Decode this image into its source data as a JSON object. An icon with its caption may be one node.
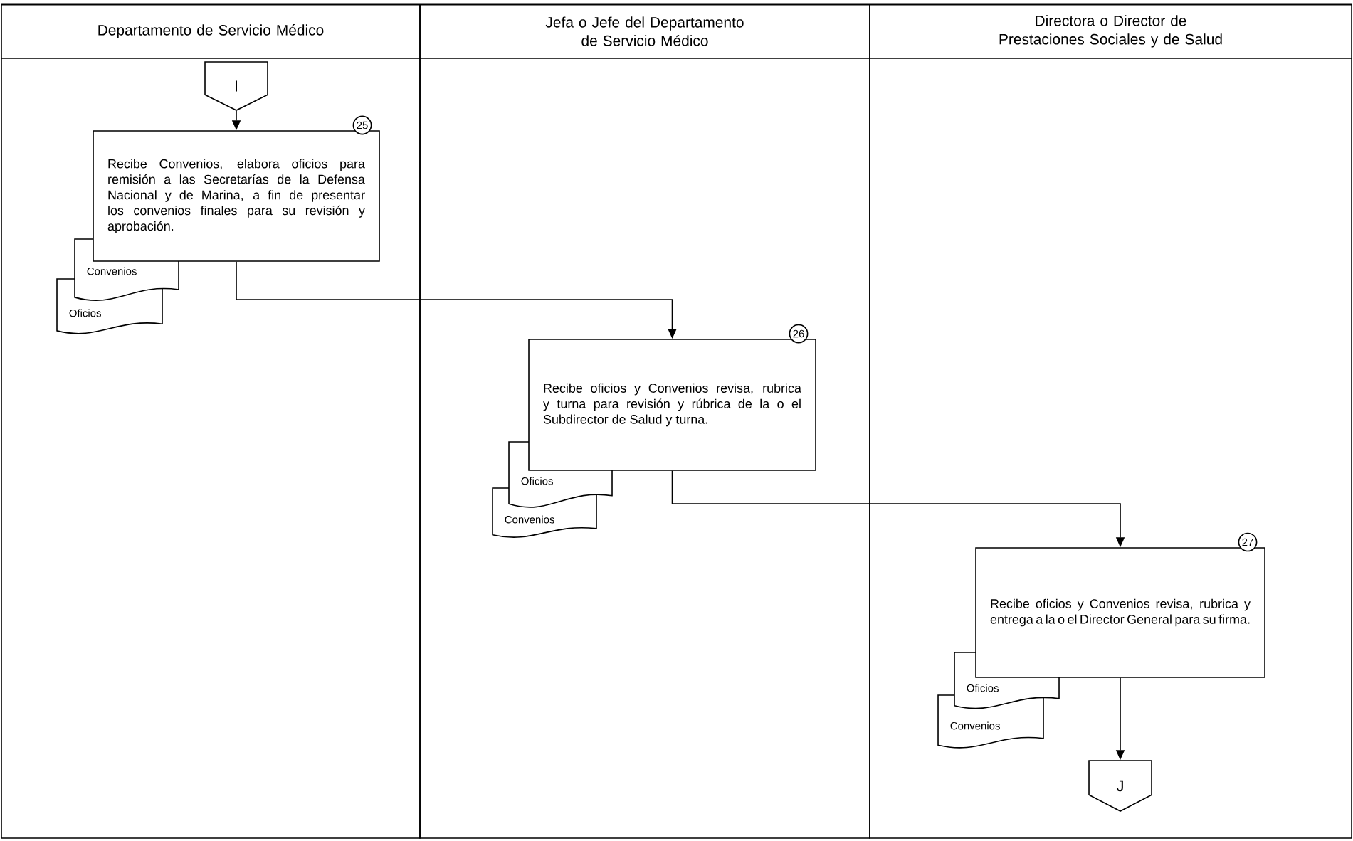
{
  "diagram": {
    "nodes": [
      {
        "text": [
          "Departamento de Servicio Médico"
        ]
      },
      {
        "text": [
          "Jefa o Jefe del Departamento de Servicio Médico"
        ]
      },
      {
        "text": [
          "Directora o Director de Prestaciones Sociales y de Salud"
        ]
      },
      {
        "text": [
          "I"
        ],
        "in": 0
      },
      {
        "text": [
          "Recibe Convenios, elabora oficios para remisión a las Secretarías de la Defensa Nacional y de Marina, a fin de presentar los convenios finales para su revisión y aprobación."
        ],
        "beside": [
          "25"
        ],
        "in": 0
      },
      {
        "text": [
          "Convenios"
        ],
        "in": 0
      },
      {
        "text": [
          "Oficios"
        ],
        "in": 0
      },
      {
        "text": [
          "Recibe oficios y Convenios revisa, rubrica y turna para revisión y rúbrica de la o el Subdirector de Salud y turna."
        ],
        "beside": [
          "26"
        ],
        "in": 1
      },
      {
        "text": [
          "Oficios"
        ],
        "in": 1
      },
      {
        "text": [
          "Convenios"
        ],
        "in": 1
      },
      {
        "text": [
          "Recibe oficios y Convenios revisa, rubrica y entrega a la o el Director General para su firma."
        ],
        "beside": [
          "27"
        ],
        "in": 2
      },
      {
        "text": [
          "Oficios"
        ],
        "in": 2
      },
      {
        "text": [
          "Convenios"
        ],
        "in": 2
      },
      {
        "text": [
          "J"
        ],
        "in": 2
      }
    ],
    "edges": [
      {
        "from": 3,
        "to": 4,
        "arrow": "to"
      },
      {
        "from": 4,
        "to": 7,
        "arrow": "to"
      },
      {
        "from": 7,
        "to": 10,
        "arrow": "to"
      },
      {
        "from": 10,
        "to": 13,
        "arrow": "to"
      }
    ]
  }
}
